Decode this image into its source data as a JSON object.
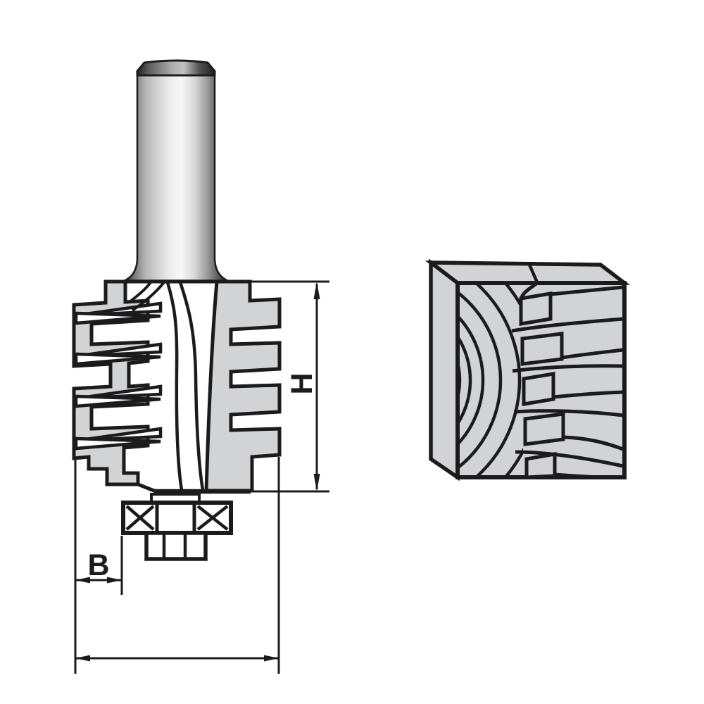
{
  "figure": {
    "description": "finger-joint-router-bit-technical-diagram",
    "labels": {
      "height_dim": "H",
      "width_dim": "B"
    },
    "colors": {
      "background": "#ffffff",
      "outline": "#1b1b1d",
      "surface_gray": "#d2d3d5",
      "shank_dark": "#333031",
      "shank_light": "#f8f8f8"
    }
  }
}
